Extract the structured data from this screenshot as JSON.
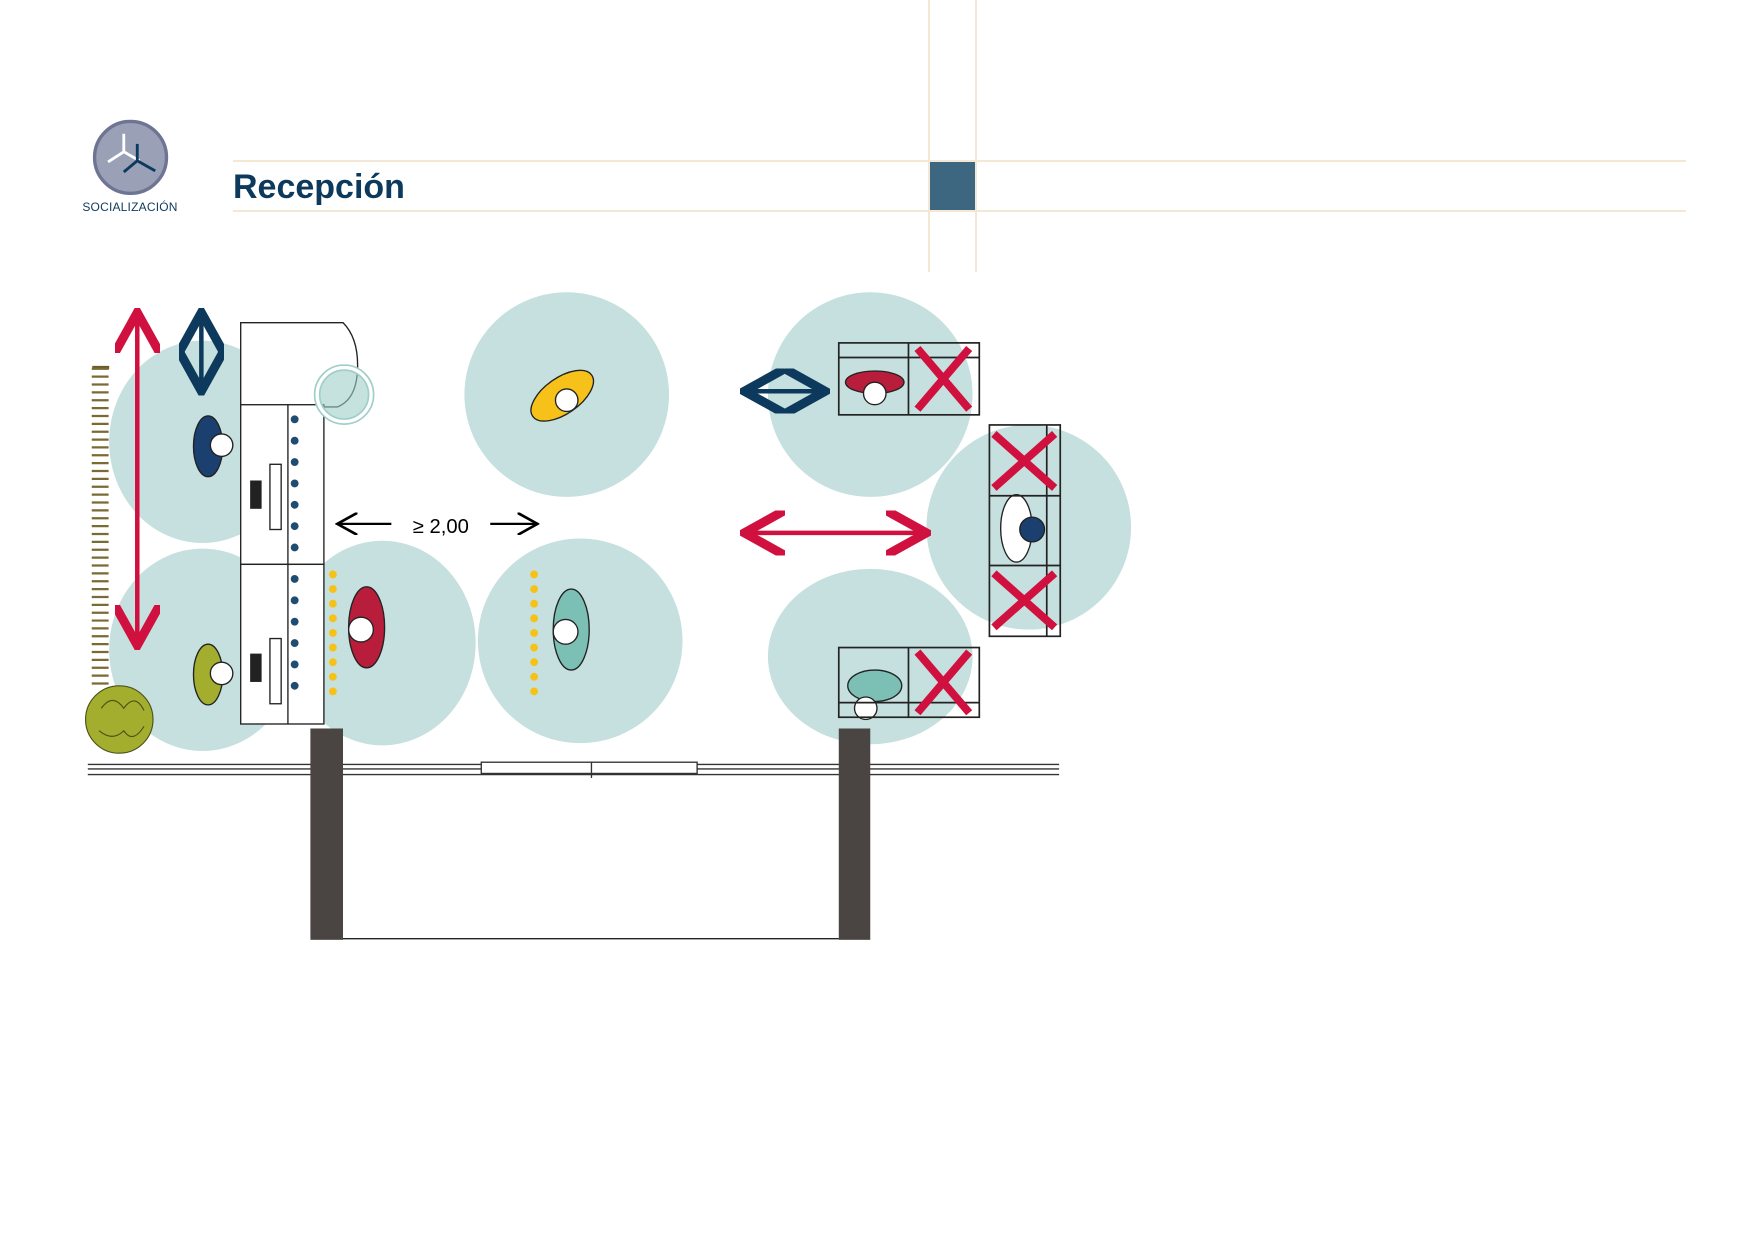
{
  "header": {
    "title": "Recepción",
    "category_label": "SOCIALIZACIÓN",
    "accent_color": "#3d6781",
    "title_color": "#0d3a5c"
  },
  "diagram": {
    "distance_label": "≥ 2,00",
    "colors": {
      "zone": "#c5e0de",
      "red_arrow": "#d0103e",
      "blue_arrow": "#0d3a5c",
      "post": "#4a4442",
      "forbidden_x": "#d0103e"
    }
  }
}
